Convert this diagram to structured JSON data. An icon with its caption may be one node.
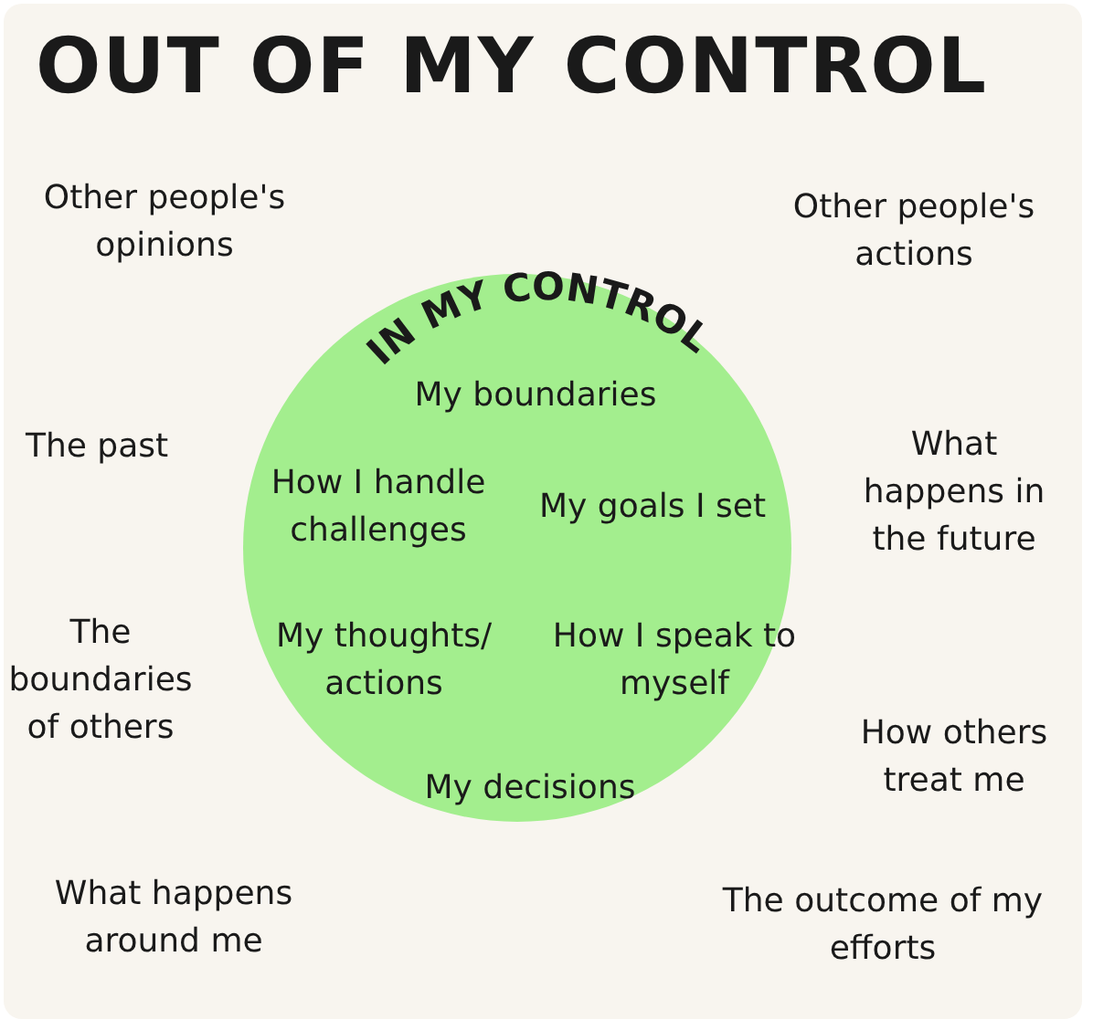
{
  "diagram": {
    "title": "OUT OF MY CONTROL",
    "nodes": [
      {
        "text": [
          "IN MY CONTROL",
          "My boundaries",
          "How I handle challenges",
          "My goals I set",
          "My thoughts/ actions",
          "How I speak to myself",
          "My decisions"
        ]
      }
    ],
    "edges": [],
    "labels": [
      "Other people's opinions",
      "Other people's actions",
      "The past",
      "What happens in the future",
      "The boundaries of others",
      "How others treat me",
      "What happens around me",
      "The outcome of my efforts"
    ]
  }
}
